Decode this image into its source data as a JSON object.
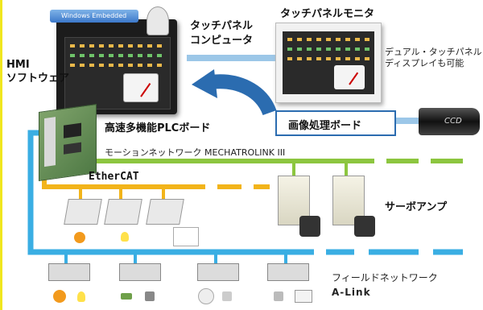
{
  "computer_label": [
    "タッチパネル",
    "コンピュータ"
  ],
  "monitor_label": "タッチパネルモニタ",
  "monitor_note": [
    "デュアル・タッチパネル",
    "ディスプレイも可能"
  ],
  "hmi_label": [
    "HMI",
    "ソフトウェア"
  ],
  "plc_label": "高速多機能PLCボード",
  "image_board_label": "画像処理ボード",
  "ccd_label": "CCD",
  "os_badge": "Windows Embedded",
  "motion_network_label": "モーションネットワーク MECHATROLINK III",
  "ethercat_label": "EtherCAT",
  "servo_label": "サーボアンプ",
  "field_network_label": [
    "フィールドネットワーク",
    "A-Link"
  ],
  "colors": {
    "motion": "#8cc63f",
    "ethercat": "#f2b41a",
    "alink": "#3aaee3",
    "arrow": "#2b6cb0",
    "left_border": "#f0e61e"
  }
}
